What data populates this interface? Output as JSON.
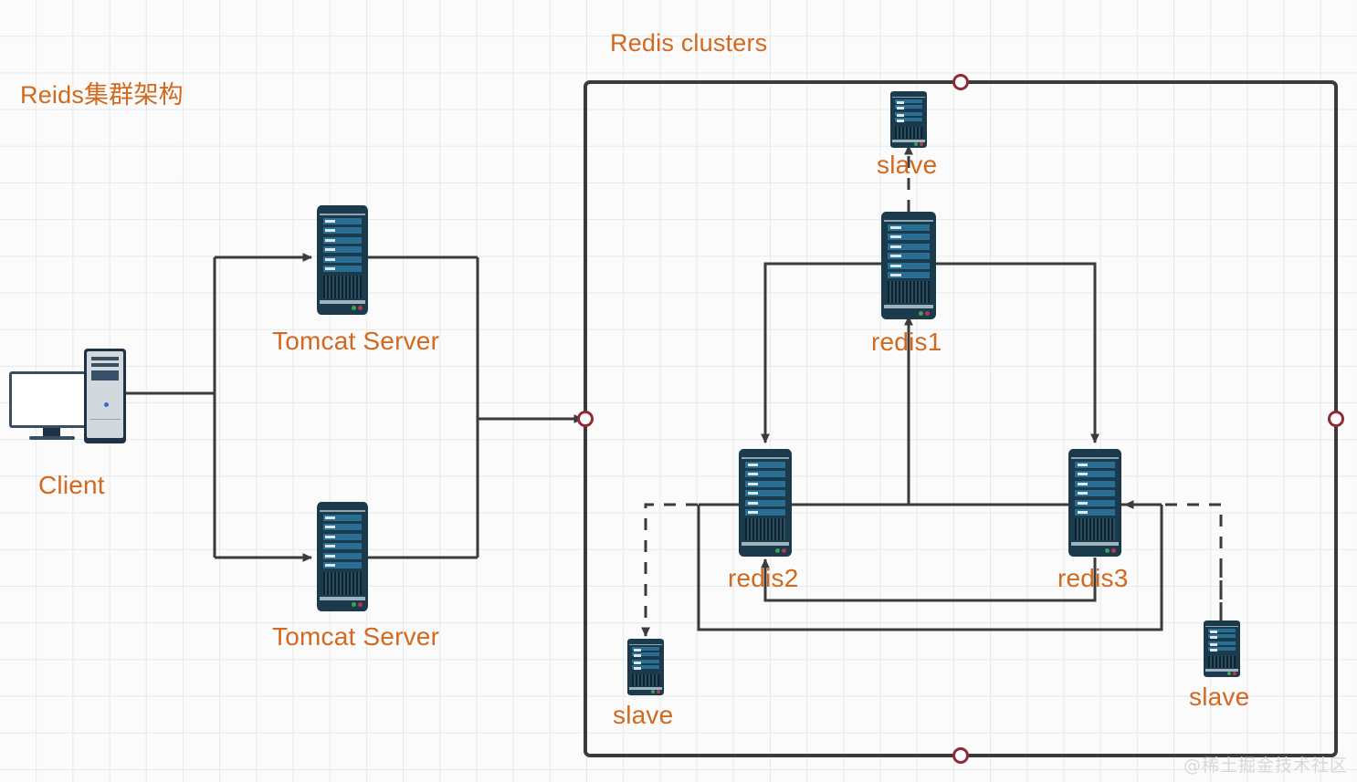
{
  "diagram": {
    "title": "Reids集群架构",
    "cluster_title": "Redis clusters",
    "watermark": "@稀土掘金技术社区",
    "accent_color": "#D2691E",
    "line_color": "#3b3b3b",
    "server_body_color": "#1b3b4d",
    "server_bar_color": "#2a6f93",
    "endpoint_marker_color": "#8f2b34",
    "grid_color": "#e8e8e8",
    "background_color": "#fbfbfb"
  },
  "nodes": {
    "client": {
      "label": "Client",
      "type": "desktop-pc"
    },
    "tomcat_top": {
      "label": "Tomcat Server",
      "type": "server-tower"
    },
    "tomcat_bottom": {
      "label": "Tomcat Server",
      "type": "server-tower"
    },
    "redis1": {
      "label": "redis1",
      "type": "server-tower"
    },
    "redis2": {
      "label": "redis2",
      "type": "server-tower"
    },
    "redis3": {
      "label": "redis3",
      "type": "server-tower"
    },
    "slave_top": {
      "label": "slave",
      "type": "server-tower-small"
    },
    "slave_left": {
      "label": "slave",
      "type": "server-tower-small"
    },
    "slave_right": {
      "label": "slave",
      "type": "server-tower-small"
    }
  },
  "edges": [
    {
      "from": "client",
      "to": "tomcat_top",
      "style": "solid",
      "arrow": "to"
    },
    {
      "from": "client",
      "to": "tomcat_bottom",
      "style": "solid",
      "arrow": "to"
    },
    {
      "from": "tomcat_group",
      "to": "redis_cluster",
      "style": "solid",
      "arrow": "to"
    },
    {
      "from": "redis1",
      "to": "slave_top",
      "style": "dashed",
      "arrow": "to"
    },
    {
      "from": "redis1",
      "to": "redis2",
      "style": "solid",
      "arrow": "to"
    },
    {
      "from": "redis1",
      "to": "redis3",
      "style": "solid",
      "arrow": "to"
    },
    {
      "from": "redis3",
      "to": "redis2",
      "style": "solid",
      "arrow": "to"
    },
    {
      "from": "redis2",
      "to": "redis1",
      "style": "solid",
      "arrow": "to"
    },
    {
      "from": "redis2",
      "to": "slave_left",
      "style": "dashed",
      "arrow": "to"
    },
    {
      "from": "slave_right",
      "to": "redis3",
      "style": "dashed",
      "arrow": "to"
    }
  ]
}
